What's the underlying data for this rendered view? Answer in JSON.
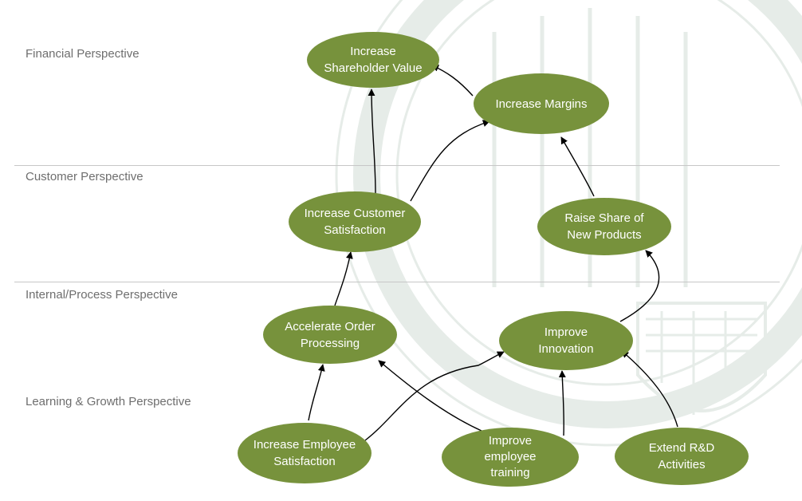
{
  "perspectives": {
    "financial": "Financial Perspective",
    "customer": "Customer Perspective",
    "internal": "Internal/Process Perspective",
    "learning": "Learning & Growth Perspective"
  },
  "nodes": {
    "increase_shareholder_value": "Increase\nShareholder Value",
    "increase_margins": "Increase Margins",
    "increase_customer_satisfaction": "Increase Customer\nSatisfaction",
    "raise_share_new_products": "Raise Share of\nNew Products",
    "accelerate_order_processing": "Accelerate Order\nProcessing",
    "improve_innovation": "Improve\nInnovation",
    "increase_employee_satisfaction": "Increase Employee\nSatisfaction",
    "improve_employee_training": "Improve\nemployee\ntraining",
    "extend_rd_activities": "Extend R&D\nActivities"
  },
  "colors": {
    "node_fill": "#77923c",
    "node_text": "#ffffff",
    "perspective_text": "#6e6e6e",
    "divider": "#c7c7c7",
    "arrow": "#000000",
    "seal_watermark": "#e6ece8"
  }
}
